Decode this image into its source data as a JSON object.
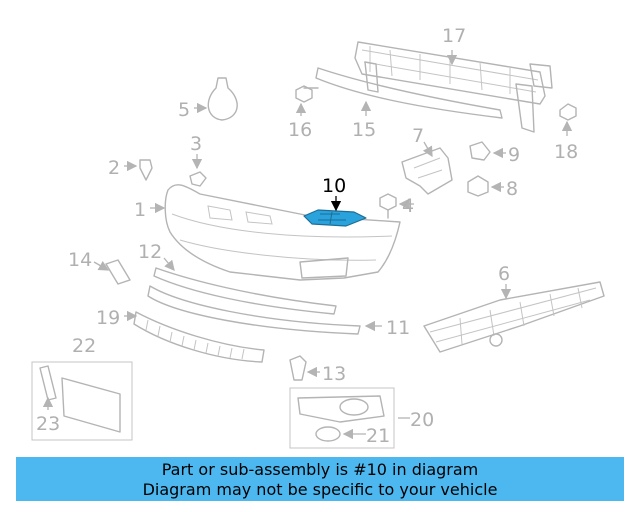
{
  "callouts": {
    "c1": "1",
    "c2": "2",
    "c3": "3",
    "c4": "4",
    "c5": "5",
    "c6": "6",
    "c7": "7",
    "c8": "8",
    "c9": "9",
    "c10": "10",
    "c11": "11",
    "c12": "12",
    "c13": "13",
    "c14": "14",
    "c15": "15",
    "c16": "16",
    "c17": "17",
    "c18": "18",
    "c19": "19",
    "c20": "20",
    "c21": "21",
    "c22": "22",
    "c23": "23"
  },
  "highlighted_part": "10",
  "colors": {
    "highlight_fill": "#2aa3dc",
    "part_stroke": "#b4b4b4",
    "banner_bg": "#4db8f0"
  },
  "banner": {
    "line1": "Part or sub-assembly is #10 in diagram",
    "line2": "Diagram may not be specific to your vehicle"
  }
}
